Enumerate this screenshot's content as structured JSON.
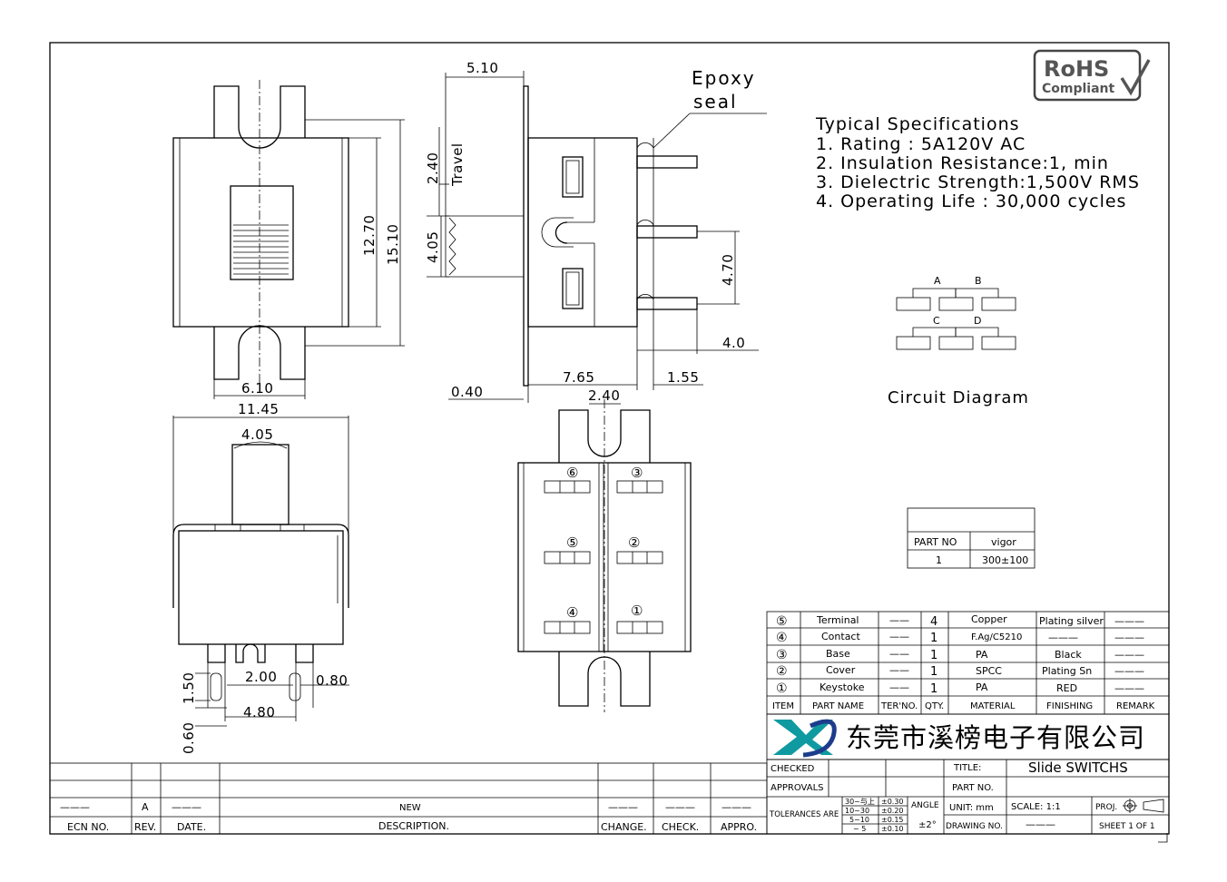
{
  "rohs": {
    "line1": "RoHS",
    "line2": "Compliant"
  },
  "specs": {
    "heading": "Typical Specifications",
    "items": [
      "1. Rating : 5A120V AC",
      "2. Insulation Resistance:1,        min",
      "3. Dielectric Strength:1,500V RMS",
      "4. Operating Life : 30,000 cycles"
    ]
  },
  "labels": {
    "epoxy1": "Epoxy",
    "epoxy2": "seal",
    "travel": "Travel",
    "circuit_title": "Circuit Diagram",
    "pin_a": "A",
    "pin_b": "B",
    "pin_c": "C",
    "pin_d": "D"
  },
  "dimensions": {
    "d510": "5.10",
    "d240a": "2.40",
    "d405a": "4.05",
    "d1270": "12.70",
    "d1510": "15.10",
    "d470": "4.70",
    "d40": "4.0",
    "d040": "0.40",
    "d765": "7.65",
    "d155": "1.55",
    "d610": "6.10",
    "d1145": "11.45",
    "d405b": "4.05",
    "d240b": "2.40",
    "d150": "1.50",
    "d200": "2.00",
    "d080": "0.80",
    "d480": "4.80",
    "d060": "0.60"
  },
  "terminals": [
    "⑥",
    "③",
    "⑤",
    "②",
    "④",
    "①"
  ],
  "part_table": {
    "headers": [
      "PART NO",
      "vigor"
    ],
    "row": [
      "1",
      "300±100"
    ]
  },
  "bom": {
    "rows": [
      {
        "num": "⑤",
        "name": "Terminal",
        "ter": "——",
        "qty": "4",
        "material": "Copper",
        "finish": "Plating silver",
        "remark": "———"
      },
      {
        "num": "④",
        "name": "Contact",
        "ter": "——",
        "qty": "1",
        "material": "F.Ag/C5210",
        "finish": "———",
        "remark": "———"
      },
      {
        "num": "③",
        "name": "Base",
        "ter": "——",
        "qty": "1",
        "material": "PA",
        "finish": "Black",
        "remark": "———"
      },
      {
        "num": "②",
        "name": "Cover",
        "ter": "——",
        "qty": "1",
        "material": "SPCC",
        "finish": "Plating Sn",
        "remark": "———"
      },
      {
        "num": "①",
        "name": "Keystoke",
        "ter": "——",
        "qty": "1",
        "material": "PA",
        "finish": "RED",
        "remark": "———"
      }
    ],
    "headers": [
      "ITEM",
      "PART NAME",
      "TER'NO.",
      "QTY.",
      "MATERIAL",
      "FINISHING",
      "REMARK"
    ]
  },
  "company": {
    "name": "东莞市溪榜电子有限公司"
  },
  "title_block": {
    "checked": "CHECKED",
    "approvals": "APPROVALS",
    "title_label": "TITLE:",
    "title_value": "Slide SWITCHS",
    "part_no_label": "PART NO.",
    "tolerances_label": "TOLERANCES ARE",
    "tol_ranges": [
      "30~与上",
      "10~30",
      "5~10",
      "~ 5"
    ],
    "tol_values": [
      "±0.30",
      "±0.20",
      "±0.15",
      "±0.10"
    ],
    "angle_label": "ANGLE",
    "angle_value": "±2°",
    "unit": "UNIT: mm",
    "scale": "SCALE:  1:1",
    "proj": "PROJ.",
    "drawing_no": "DRAWING NO.",
    "drawing_no_value": "———",
    "sheet": "SHEET  1 OF 1"
  },
  "revision": {
    "headers": [
      "ECN NO.",
      "REV.",
      "DATE.",
      "DESCRIPTION.",
      "CHANGE.",
      "CHECK.",
      "APPRO."
    ],
    "row": [
      "———",
      "A",
      "———",
      "NEW",
      "———",
      "———",
      "———"
    ]
  }
}
